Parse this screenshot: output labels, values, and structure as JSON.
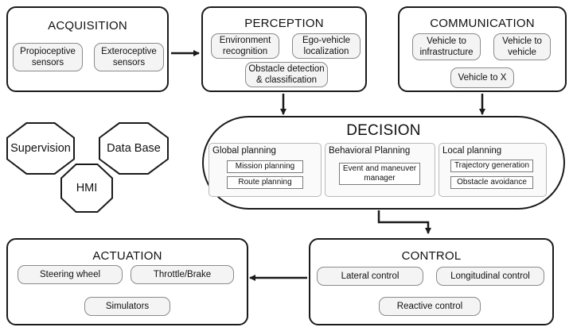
{
  "acquisition": {
    "title": "ACQUISITION",
    "items": [
      "Propioceptive sensors",
      "Exteroceptive sensors"
    ]
  },
  "perception": {
    "title": "PERCEPTION",
    "items": [
      "Environment recognition",
      "Ego-vehicle localization",
      "Obstacle detection & classification"
    ]
  },
  "communication": {
    "title": "COMMUNICATION",
    "items": [
      "Vehicle to infrastructure",
      "Vehicle to vehicle",
      "Vehicle to X"
    ]
  },
  "decision": {
    "title": "DECISION",
    "global": {
      "title": "Global planning",
      "items": [
        "Mission planning",
        "Route planning"
      ]
    },
    "behavioral": {
      "title": "Behavioral Planning",
      "items": [
        "Event and maneuver manager"
      ]
    },
    "local": {
      "title": "Local planning",
      "items": [
        "Trajectory generation",
        "Obstacle avoidance"
      ]
    }
  },
  "support": [
    "Supervision",
    "Data Base",
    "HMI"
  ],
  "actuation": {
    "title": "ACTUATION",
    "items": [
      "Steering wheel",
      "Throttle/Brake",
      "Simulators"
    ]
  },
  "control": {
    "title": "CONTROL",
    "items": [
      "Lateral control",
      "Longitudinal control",
      "Reactive control"
    ]
  }
}
